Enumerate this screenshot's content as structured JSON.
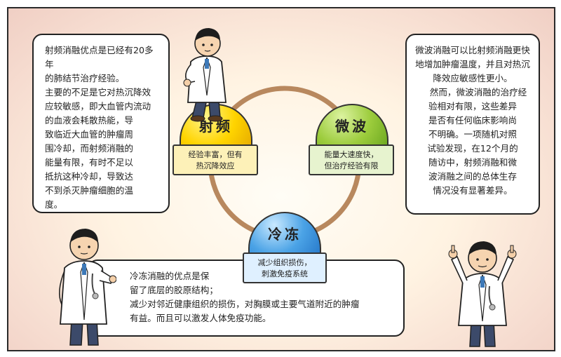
{
  "methods": {
    "rf": {
      "title": "射频",
      "tag": "经验丰富，但有\n热沉降效应",
      "bubble": "射频消融优点是已经有20多年\n的肺结节治疗经验。\n主要的不足是它对热沉降效\n应较敏感，即大血管内流动\n的血液会耗散热能，导\n致临近大血管的肿瘤周\n围冷却，而射频消融的\n能量有限，有时不足以\n抵抗这种冷却，导致达\n不到杀灭肿瘤细胞的温\n度。",
      "color": "#ffd400"
    },
    "mw": {
      "title": "微波",
      "tag": "能量大速度快，\n但治疗经验有限",
      "bubble": "微波消融可以比射频消融更快\n地增加肿瘤温度，并且对热沉\n降效应敏感性更小。\n    然而，微波消融的治疗经\n验相对有限，这些差异\n是否有任何临床影响尚\n不明确。一项随机对照\n试验发现，在12个月的\n随访中，射频消融和微\n波消融之间的总体生存\n情况没有显著差异。",
      "color": "#9ccc3c"
    },
    "cr": {
      "title": "冷冻",
      "tag": "减少组织损伤，\n刺激免疫系统",
      "bubble": "冷冻消融的优点是保\n留了底层的胶原结构；\n减少对邻近健康组织的损伤，对胸膜或主要气道附近的肿瘤\n有益。而且可以激发人体免疫功能。",
      "color": "#4ba3e6"
    }
  },
  "ring_color": "#b8885e"
}
